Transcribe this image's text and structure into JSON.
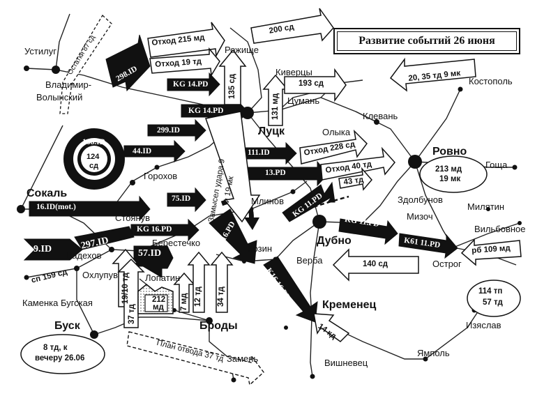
{
  "title": "Развитие событий 26 июня",
  "cities": {
    "ustilug": "Устилуг",
    "vladimir": "Владимир-",
    "volynsky": "Волынский",
    "rozhische": "Рожище",
    "kivertsy": "Киверцы",
    "tsuman": "Цумань",
    "klevan": "Клевань",
    "kostopol": "Костополь",
    "olyka": "Олыка",
    "lutsk": "Луцк",
    "rovno": "Ровно",
    "goscha": "Гоща",
    "gorokhov": "Горохов",
    "sokal": "Сокаль",
    "mlinov": "Млинов",
    "zdolbunov": "Здолбунов",
    "milyatin": "Милятин",
    "mizoch": "Мизоч",
    "vilbovnoe": "Вильбовное",
    "stoyanuv": "Стоянув",
    "berestechko": "Берестечко",
    "radekhov": "Радехов",
    "kozin": "Козин",
    "dubno": "Дубно",
    "verba": "Верба",
    "ostrog": "Острог",
    "okhlupuv": "Охлупув",
    "lopatin": "Лопатин",
    "kamenka": "Каменка Бугская",
    "kremenets": "Кременец",
    "izyaslav": "Изяслав",
    "busk": "Буск",
    "brody": "Броды",
    "yampol": "Ямполь",
    "vishnevets": "Вишневец",
    "zamen": "Замень"
  },
  "units": {
    "ostatki87": "Остатки 87 сд",
    "d298": "298.ID",
    "otkhod215": "Отход 215 мд",
    "otkhod19": "Отход 19 тд",
    "kg14a": "KG 14.PD",
    "sd200": "200 сд",
    "sd135": "135 сд",
    "md131": "131 мд",
    "sd193": "193 сд",
    "tp2035": "20, 35 тд 9 мк",
    "kg14b": "KG 14.PD",
    "d299": "299.ID",
    "d44": "44.ID",
    "d168": "168.ID",
    "sd124a": "124",
    "sd124b": "сд",
    "zamysel1": "Замысел удара 9",
    "zamysel2": "и 19 мк",
    "d111": "111.ID",
    "otkhod228": "Отход 228 сд",
    "otkhod40": "Отход 40 тд",
    "pd13": "13.PD",
    "td43": "43 тд",
    "md213a": "213 мд",
    "md213b": "19 мк",
    "d75": "75.ID",
    "d16mot": "16.ID(mot.)",
    "kg11a": "KG 11.PD",
    "kg11b": "KG 11.PD",
    "k61": "K61 11.PD",
    "kg16": "KG 16.PD",
    "kg16b": "KG 16.PD",
    "d9": "9.ID",
    "d297": "297.ID",
    "d57": "57.ID",
    "sp159": "сп 159 сд",
    "td1910": "19/10 тд",
    "td37": "37 тд",
    "md212a": "212",
    "md212b": "мд",
    "td7": "7 мд",
    "td12": "12 тд",
    "td34": "34 тд",
    "k16": "K16 16.PD",
    "sd140": "140 сд",
    "md109": "рб 109 мд",
    "tp114a": "114 тп",
    "tp114b": "57 тд",
    "kd14": "14 кд",
    "td8a": "8 тд,  к",
    "td8b": "вечеру 26.06",
    "plan37": "План отвода 37 тд"
  }
}
